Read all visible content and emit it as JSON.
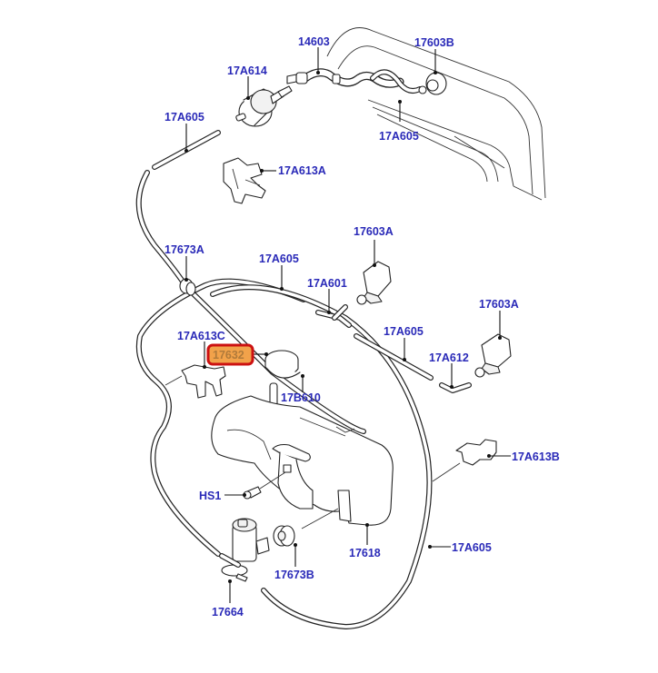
{
  "diagram": {
    "title": "Rear window washer system — exploded parts diagram",
    "highlight": {
      "part": "17632",
      "border_color": "#cc1111",
      "fill_color": "#f2a24a"
    },
    "label_color": "#2a2ab8",
    "labels": [
      {
        "id": "14603",
        "text": "14603"
      },
      {
        "id": "17603B",
        "text": "17603B"
      },
      {
        "id": "17A614",
        "text": "17A614"
      },
      {
        "id": "17A605-top-left",
        "text": "17A605"
      },
      {
        "id": "17A605-top-right",
        "text": "17A605"
      },
      {
        "id": "17A613A",
        "text": "17A613A"
      },
      {
        "id": "17673A",
        "text": "17673A"
      },
      {
        "id": "17A605-mid",
        "text": "17A605"
      },
      {
        "id": "17603A-upper",
        "text": "17603A"
      },
      {
        "id": "17A601",
        "text": "17A601"
      },
      {
        "id": "17603A-lower",
        "text": "17603A"
      },
      {
        "id": "17A605-right",
        "text": "17A605"
      },
      {
        "id": "17A612",
        "text": "17A612"
      },
      {
        "id": "17A613C",
        "text": "17A613C"
      },
      {
        "id": "17632",
        "text": "17632"
      },
      {
        "id": "17B610",
        "text": "17B610"
      },
      {
        "id": "17A613B",
        "text": "17A613B"
      },
      {
        "id": "HS1",
        "text": "HS1"
      },
      {
        "id": "17618",
        "text": "17618"
      },
      {
        "id": "17A605-bottom",
        "text": "17A605"
      },
      {
        "id": "17673B",
        "text": "17673B"
      },
      {
        "id": "17664",
        "text": "17664"
      }
    ]
  }
}
